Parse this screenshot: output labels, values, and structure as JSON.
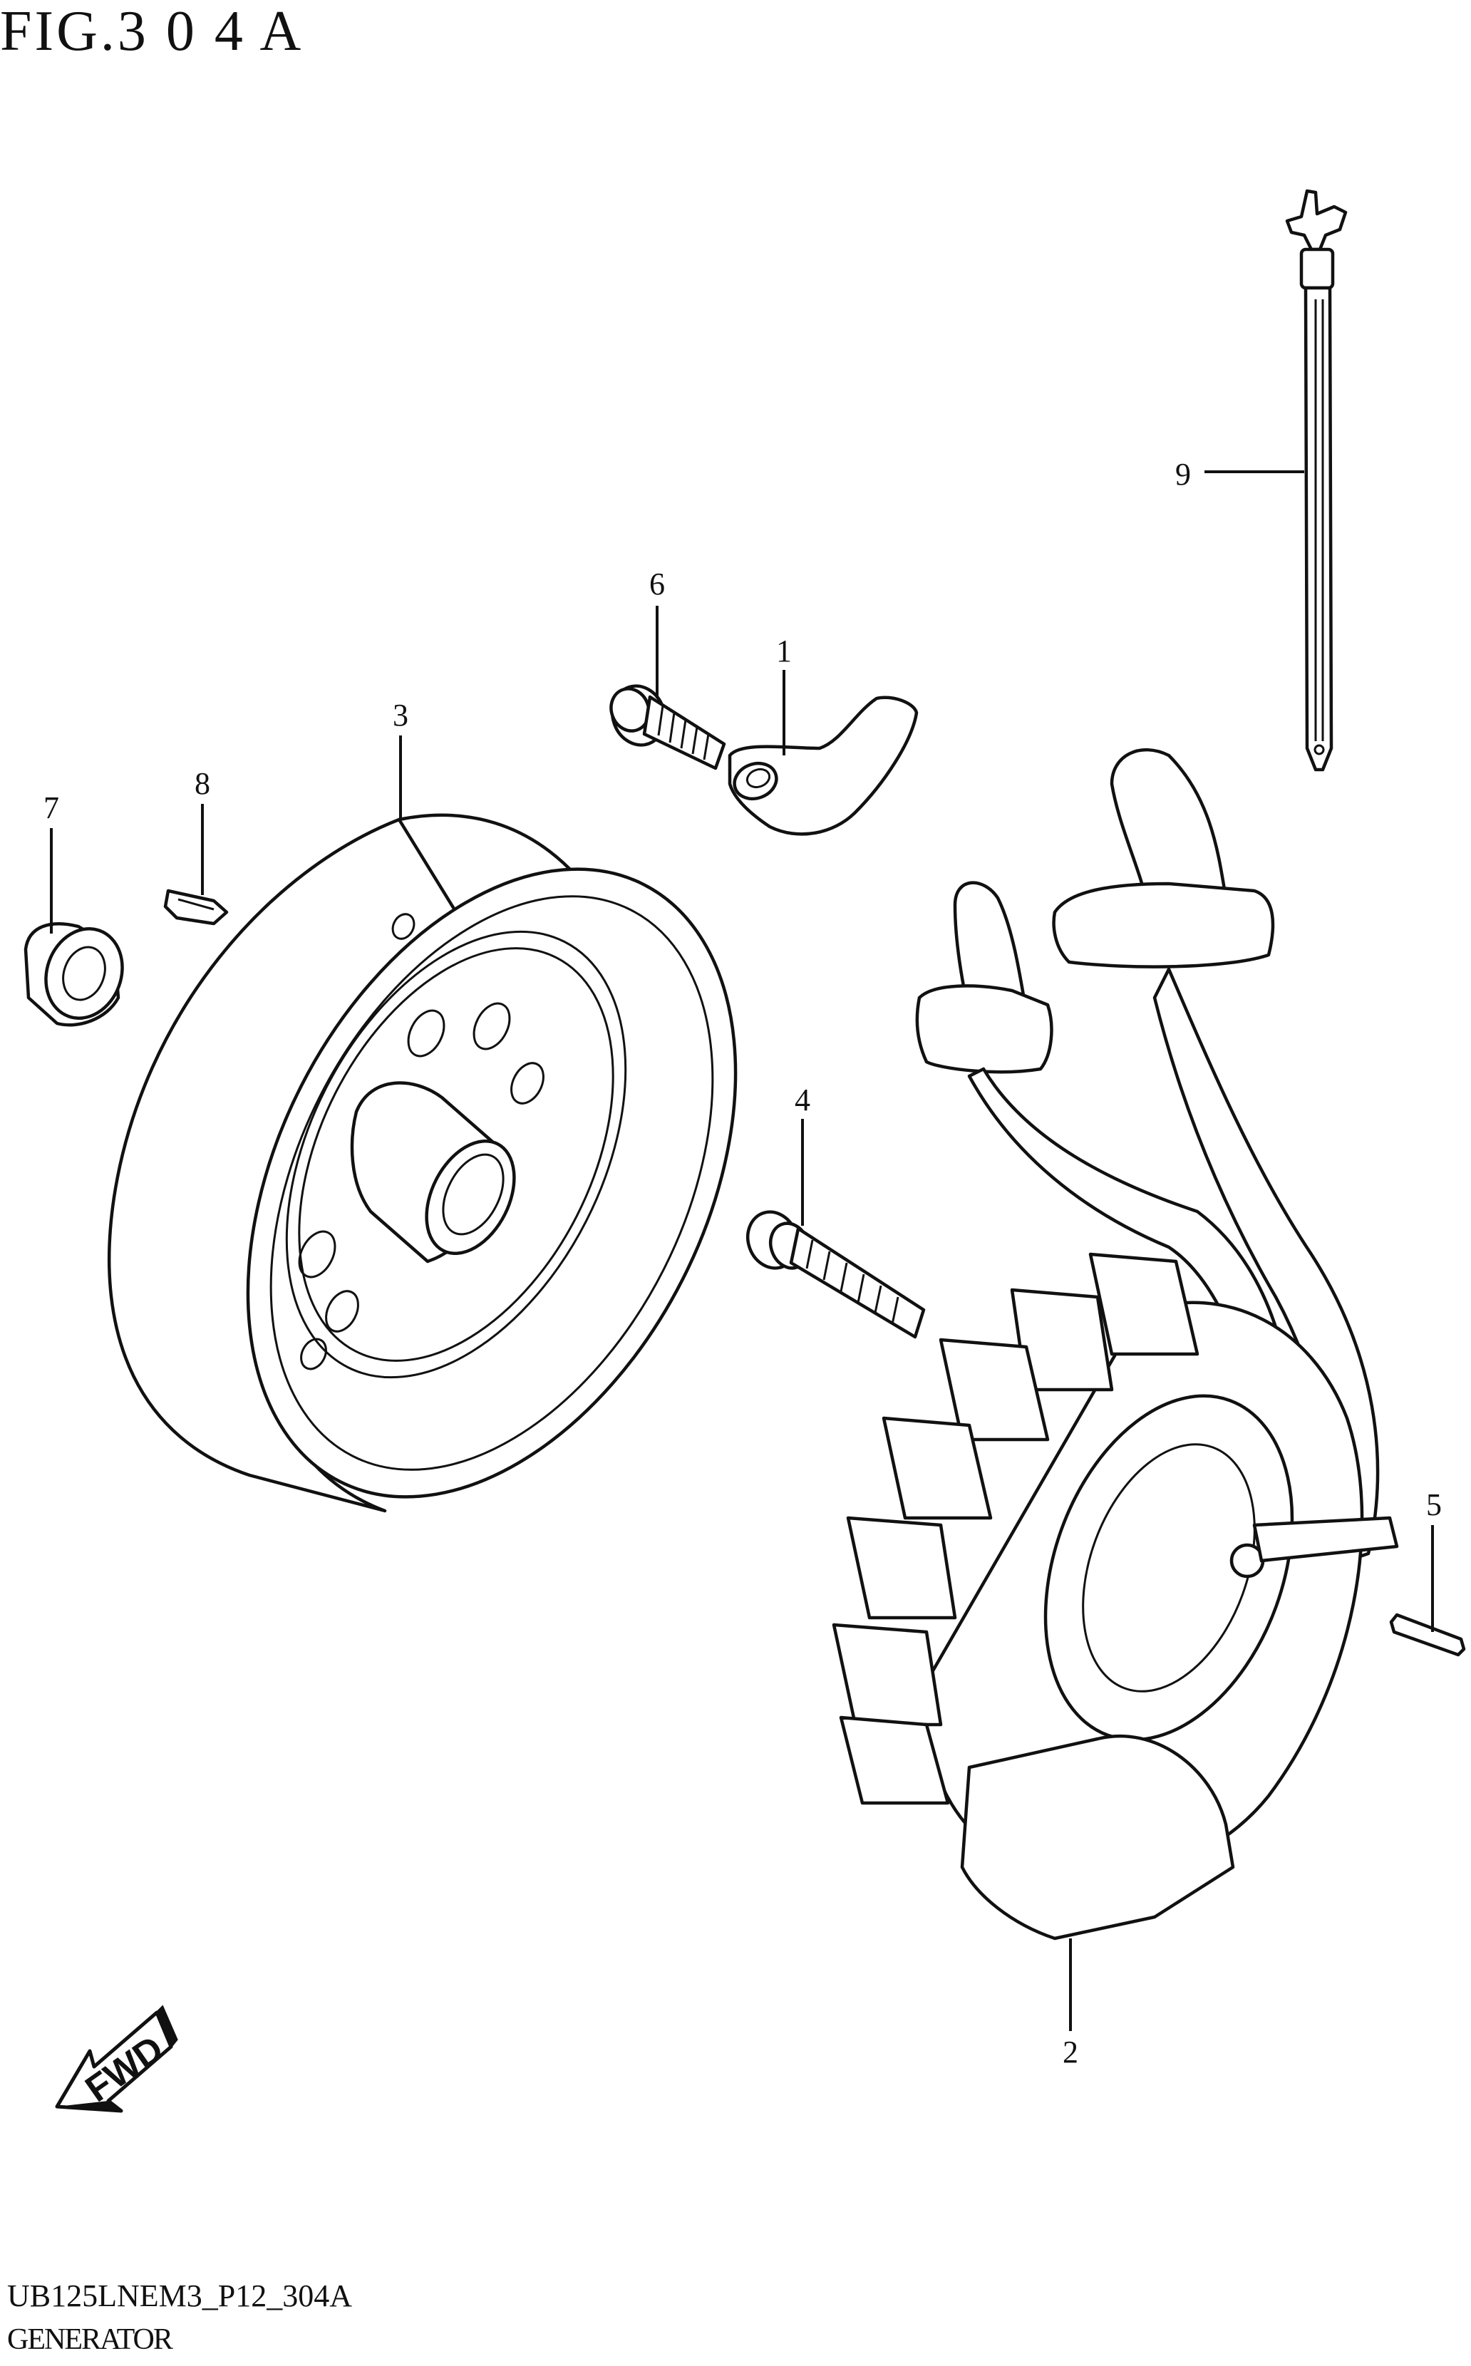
{
  "figure": {
    "title": "FIG.3 0 4 A",
    "code": "UB125LNEM3_P12_304A",
    "name": "GENERATOR"
  },
  "callouts": [
    {
      "id": "1",
      "label": "1"
    },
    {
      "id": "2",
      "label": "2"
    },
    {
      "id": "3",
      "label": "3"
    },
    {
      "id": "4",
      "label": "4"
    },
    {
      "id": "5",
      "label": "5"
    },
    {
      "id": "6",
      "label": "6"
    },
    {
      "id": "7",
      "label": "7"
    },
    {
      "id": "8",
      "label": "8"
    },
    {
      "id": "9",
      "label": "9"
    }
  ],
  "direction_arrow": {
    "label": "FWD",
    "icon": "fwd-arrow-icon"
  }
}
